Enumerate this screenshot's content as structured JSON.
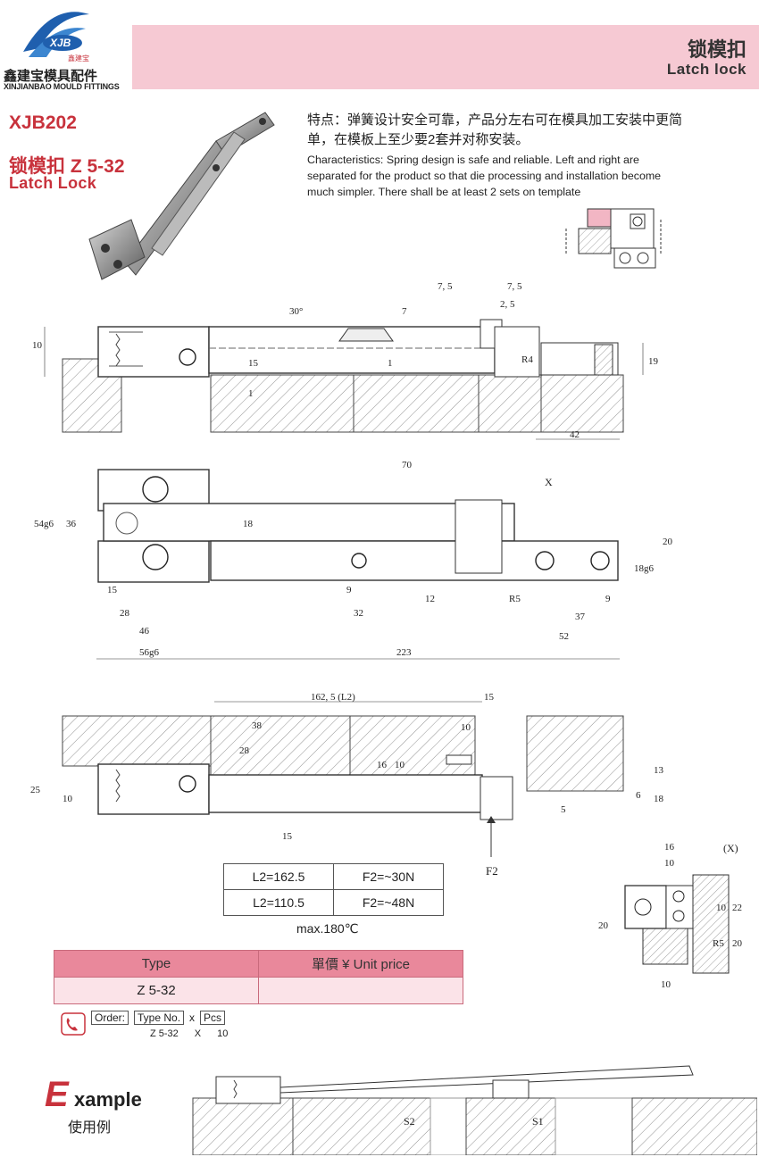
{
  "header": {
    "title_cn": "锁模扣",
    "title_en": "Latch lock",
    "brand_logo_text": "XJB",
    "brand_logo_sub": "鑫建宝",
    "brand_cn": "鑫建宝模具配件",
    "brand_en": "XINJIANBAO MOULD FITTINGS"
  },
  "product": {
    "code": "XJB202",
    "name_cn": "锁模扣 Z 5-32",
    "name_en": "Latch Lock"
  },
  "features": {
    "cn": "特点：弹簧设计安全可靠，产品分左右可在模具加工安装中更简单，在模板上至少要2套并对称安装。",
    "en": "Characteristics: Spring design is safe and reliable. Left and right are separated for the product so that die processing and installation become much simpler. There shall be at least 2 sets on template"
  },
  "drawing1": {
    "dims": [
      "7, 5",
      "7, 5",
      "2, 5",
      "30°",
      "7",
      "10",
      "15",
      "1",
      "1",
      "R4",
      "19",
      "42"
    ]
  },
  "drawing2": {
    "dims": [
      "70",
      "X",
      "54g6",
      "36",
      "18",
      "20",
      "18g6",
      "15",
      "9",
      "12",
      "R5",
      "9",
      "28",
      "32",
      "37",
      "46",
      "52",
      "56g6",
      "223"
    ]
  },
  "drawing3": {
    "dims": [
      "162, 5 (L2)",
      "15",
      "38",
      "10",
      "28",
      "16",
      "10",
      "13",
      "25",
      "10",
      "6",
      "18",
      "5",
      "15",
      "F2"
    ]
  },
  "detail_x": {
    "label": "(X)",
    "dims": [
      "16",
      "10",
      "10",
      "22",
      "20",
      "R5",
      "20",
      "10"
    ]
  },
  "spec_table": {
    "rows": [
      [
        "L2=162.5",
        "F2=~30N"
      ],
      [
        "L2=110.5",
        "F2=~48N"
      ]
    ],
    "max_temp": "max.180℃"
  },
  "price_table": {
    "headers": [
      "Type",
      "單價 ¥ Unit price"
    ],
    "rows": [
      [
        "Z 5-32",
        ""
      ]
    ]
  },
  "order": {
    "label": "Order:",
    "field1": "Type No.",
    "x": "x",
    "field2": "Pcs",
    "example_type": "Z 5-32",
    "example_x": "X",
    "example_qty": "10"
  },
  "example": {
    "title_initial": "E",
    "title_rest": "xample",
    "title_cn": "使用例",
    "dims": [
      "S2",
      "S1"
    ]
  },
  "colors": {
    "accent_red": "#c8323c",
    "header_pink": "#f6c9d3",
    "table_header_pink": "#e9889b",
    "table_row_pink": "#fbe3e8"
  }
}
